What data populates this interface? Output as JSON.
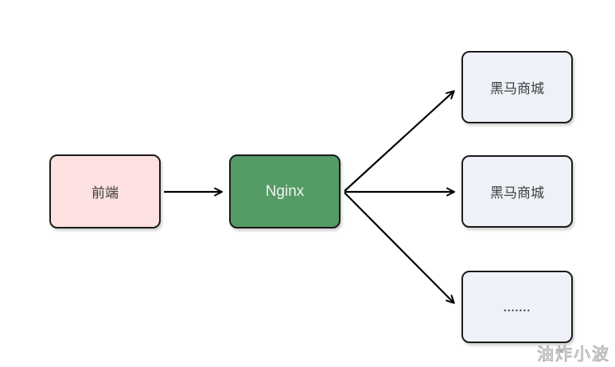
{
  "diagram": {
    "type": "flow-diagram",
    "topic": "Nginx load balancing / reverse proxy",
    "nodes": [
      {
        "id": "frontend",
        "label": "前端",
        "fill": "#fce1e0",
        "text_color": "#3b3b3b"
      },
      {
        "id": "nginx",
        "label": "Nginx",
        "fill": "#549b66",
        "text_color": "#f3f3ec"
      },
      {
        "id": "server-1",
        "label": "黑马商城",
        "fill": "#eef1f8",
        "text_color": "#3b3b3b"
      },
      {
        "id": "server-2",
        "label": "黑马商城",
        "fill": "#eef1f8",
        "text_color": "#3b3b3b"
      },
      {
        "id": "server-3",
        "label": ".......",
        "fill": "#eef1f8",
        "text_color": "#3b3b3b"
      }
    ],
    "edges": [
      {
        "from": "frontend",
        "to": "nginx"
      },
      {
        "from": "nginx",
        "to": "server-1"
      },
      {
        "from": "nginx",
        "to": "server-2"
      },
      {
        "from": "nginx",
        "to": "server-3"
      }
    ],
    "edge_color": "#000000",
    "node_border_color": "#1a1a1a",
    "background": "#ffffff",
    "watermark": "油炸小波"
  }
}
